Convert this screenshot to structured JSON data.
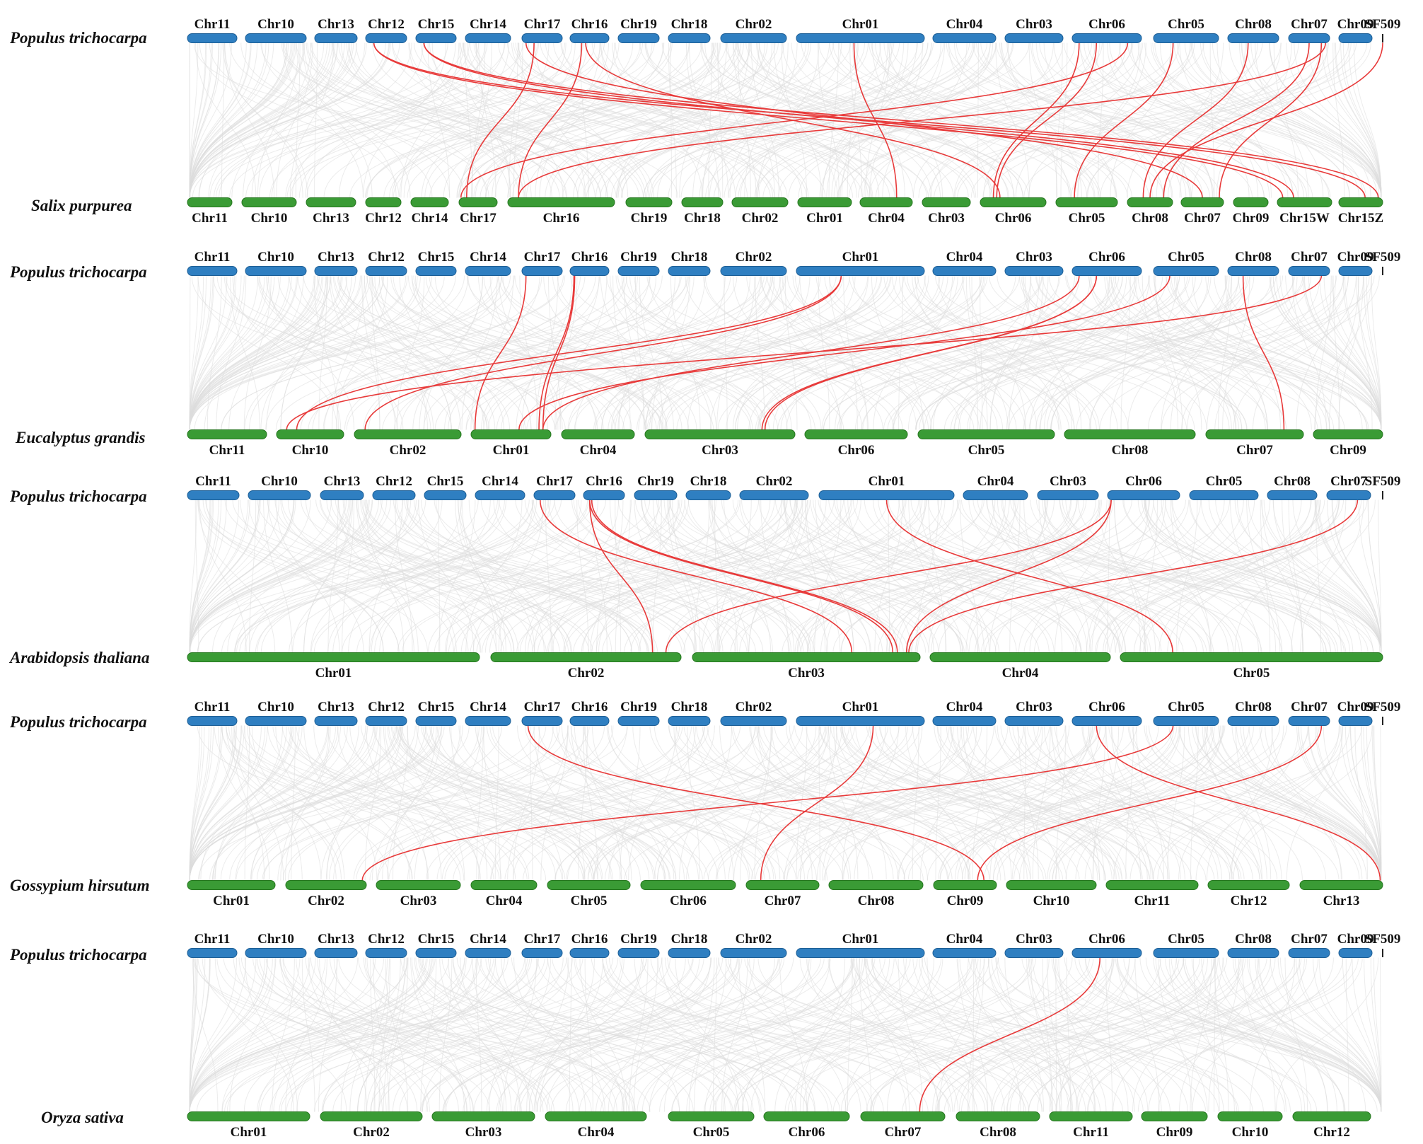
{
  "colors": {
    "top_chromosome": "#2f7fc1",
    "bottom_chromosome": "#3a9b35",
    "highlight_link": "#e83a3a",
    "background_link": "#dcdcdc"
  },
  "panels": [
    {
      "top": {
        "species": "Populus trichocarpa",
        "chromosomes": [
          "Chr11",
          "Chr10",
          "Chr13",
          "Chr12",
          "Chr15",
          "Chr14",
          "Chr17",
          "Chr16",
          "Chr19",
          "Chr18",
          "Chr02",
          "Chr01",
          "Chr04",
          "Chr03",
          "Chr06",
          "Chr05",
          "Chr08",
          "Chr07",
          "Chr09",
          "SF509"
        ]
      },
      "bottom": {
        "species": "Salix purpurea",
        "chromosomes": [
          "Chr11",
          "Chr10",
          "Chr13",
          "Chr12",
          "Chr14",
          "Chr17",
          "Chr16",
          "Chr19",
          "Chr18",
          "Chr02",
          "Chr01",
          "Chr04",
          "Chr03",
          "Chr06",
          "Chr05",
          "Chr08",
          "Chr07",
          "Chr09",
          "Chr15W",
          "Chr15Z"
        ]
      },
      "links": [
        [
          "Chr12",
          "Chr15W"
        ],
        [
          "Chr12",
          "Chr15Z"
        ],
        [
          "Chr15",
          "Chr15W"
        ],
        [
          "Chr15",
          "Chr15Z"
        ],
        [
          "Chr17",
          "Chr17"
        ],
        [
          "Chr17",
          "Chr07"
        ],
        [
          "Chr16",
          "Chr16"
        ],
        [
          "Chr16",
          "Chr06"
        ],
        [
          "Chr01",
          "Chr04"
        ],
        [
          "Chr06",
          "Chr06"
        ],
        [
          "Chr06",
          "Chr06"
        ],
        [
          "Chr06",
          "Chr17"
        ],
        [
          "Chr05",
          "Chr05"
        ],
        [
          "Chr08",
          "Chr08"
        ],
        [
          "Chr07",
          "Chr16"
        ],
        [
          "Chr07",
          "Chr08"
        ],
        [
          "Chr07",
          "Chr07"
        ],
        [
          "SF509",
          "Chr08"
        ]
      ]
    },
    {
      "top": {
        "species": "Populus trichocarpa",
        "chromosomes": [
          "Chr11",
          "Chr10",
          "Chr13",
          "Chr12",
          "Chr15",
          "Chr14",
          "Chr17",
          "Chr16",
          "Chr19",
          "Chr18",
          "Chr02",
          "Chr01",
          "Chr04",
          "Chr03",
          "Chr06",
          "Chr05",
          "Chr08",
          "Chr07",
          "Chr09",
          "SF509"
        ]
      },
      "bottom": {
        "species": "Eucalyptus grandis",
        "chromosomes": [
          "Chr11",
          "Chr10",
          "Chr02",
          "Chr01",
          "Chr04",
          "Chr03",
          "Chr06",
          "Chr05",
          "Chr08",
          "Chr07",
          "Chr09"
        ]
      },
      "links": [
        [
          "Chr17",
          "Chr01"
        ],
        [
          "Chr16",
          "Chr01"
        ],
        [
          "Chr16",
          "Chr01"
        ],
        [
          "Chr01",
          "Chr10"
        ],
        [
          "Chr01",
          "Chr02"
        ],
        [
          "Chr06",
          "Chr01"
        ],
        [
          "Chr06",
          "Chr03"
        ],
        [
          "Chr06",
          "Chr03"
        ],
        [
          "Chr05",
          "Chr01"
        ],
        [
          "Chr07",
          "Chr10"
        ],
        [
          "Chr08",
          "Chr07"
        ]
      ]
    },
    {
      "top": {
        "species": "Populus trichocarpa",
        "chromosomes": [
          "Chr11",
          "Chr10",
          "Chr13",
          "Chr12",
          "Chr15",
          "Chr14",
          "Chr17",
          "Chr16",
          "Chr19",
          "Chr18",
          "Chr02",
          "Chr01",
          "Chr04",
          "Chr03",
          "Chr06",
          "Chr05",
          "Chr08",
          "Chr07",
          "SF509"
        ]
      },
      "bottom": {
        "species": "Arabidopsis thaliana",
        "chromosomes": [
          "Chr01",
          "Chr02",
          "Chr03",
          "Chr04",
          "Chr05"
        ]
      },
      "links": [
        [
          "Chr17",
          "Chr03"
        ],
        [
          "Chr16",
          "Chr02"
        ],
        [
          "Chr16",
          "Chr03"
        ],
        [
          "Chr16",
          "Chr03"
        ],
        [
          "Chr01",
          "Chr05"
        ],
        [
          "Chr06",
          "Chr02"
        ],
        [
          "Chr06",
          "Chr03"
        ],
        [
          "Chr07",
          "Chr03"
        ]
      ]
    },
    {
      "top": {
        "species": "Populus trichocarpa",
        "chromosomes": [
          "Chr11",
          "Chr10",
          "Chr13",
          "Chr12",
          "Chr15",
          "Chr14",
          "Chr17",
          "Chr16",
          "Chr19",
          "Chr18",
          "Chr02",
          "Chr01",
          "Chr04",
          "Chr03",
          "Chr06",
          "Chr05",
          "Chr08",
          "Chr07",
          "Chr09",
          "SF509"
        ]
      },
      "bottom": {
        "species": "Gossypium hirsutum",
        "chromosomes": [
          "Chr01",
          "Chr02",
          "Chr03",
          "Chr04",
          "Chr05",
          "Chr06",
          "Chr07",
          "Chr08",
          "Chr09",
          "Chr10",
          "Chr11",
          "Chr12",
          "Chr13"
        ]
      },
      "links": [
        [
          "Chr17",
          "Chr09"
        ],
        [
          "Chr01",
          "Chr07"
        ],
        [
          "Chr06",
          "Chr13"
        ],
        [
          "Chr05",
          "Chr02"
        ],
        [
          "Chr07",
          "Chr09"
        ]
      ]
    },
    {
      "top": {
        "species": "Populus trichocarpa",
        "chromosomes": [
          "Chr11",
          "Chr10",
          "Chr13",
          "Chr12",
          "Chr15",
          "Chr14",
          "Chr17",
          "Chr16",
          "Chr19",
          "Chr18",
          "Chr02",
          "Chr01",
          "Chr04",
          "Chr03",
          "Chr06",
          "Chr05",
          "Chr08",
          "Chr07",
          "Chr09",
          "SF509"
        ]
      },
      "bottom": {
        "species": "Oryza sativa",
        "chromosomes": [
          "Chr01",
          "Chr02",
          "Chr03",
          "Chr04",
          "Chr05",
          "Chr06",
          "Chr07",
          "Chr08",
          "Chr11",
          "Chr09",
          "Chr10",
          "Chr12"
        ]
      },
      "links": [
        [
          "Chr06",
          "Chr07"
        ]
      ]
    }
  ]
}
